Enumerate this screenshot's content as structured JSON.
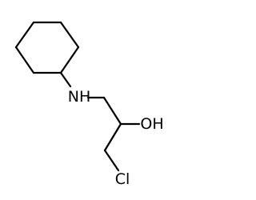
{
  "molecule": {
    "atoms": {
      "nitrogen": "NH",
      "hydroxyl": "OH",
      "chlorine": "Cl"
    },
    "colors": {
      "bond": "#000000",
      "label": "#000000",
      "background": "#ffffff"
    }
  }
}
